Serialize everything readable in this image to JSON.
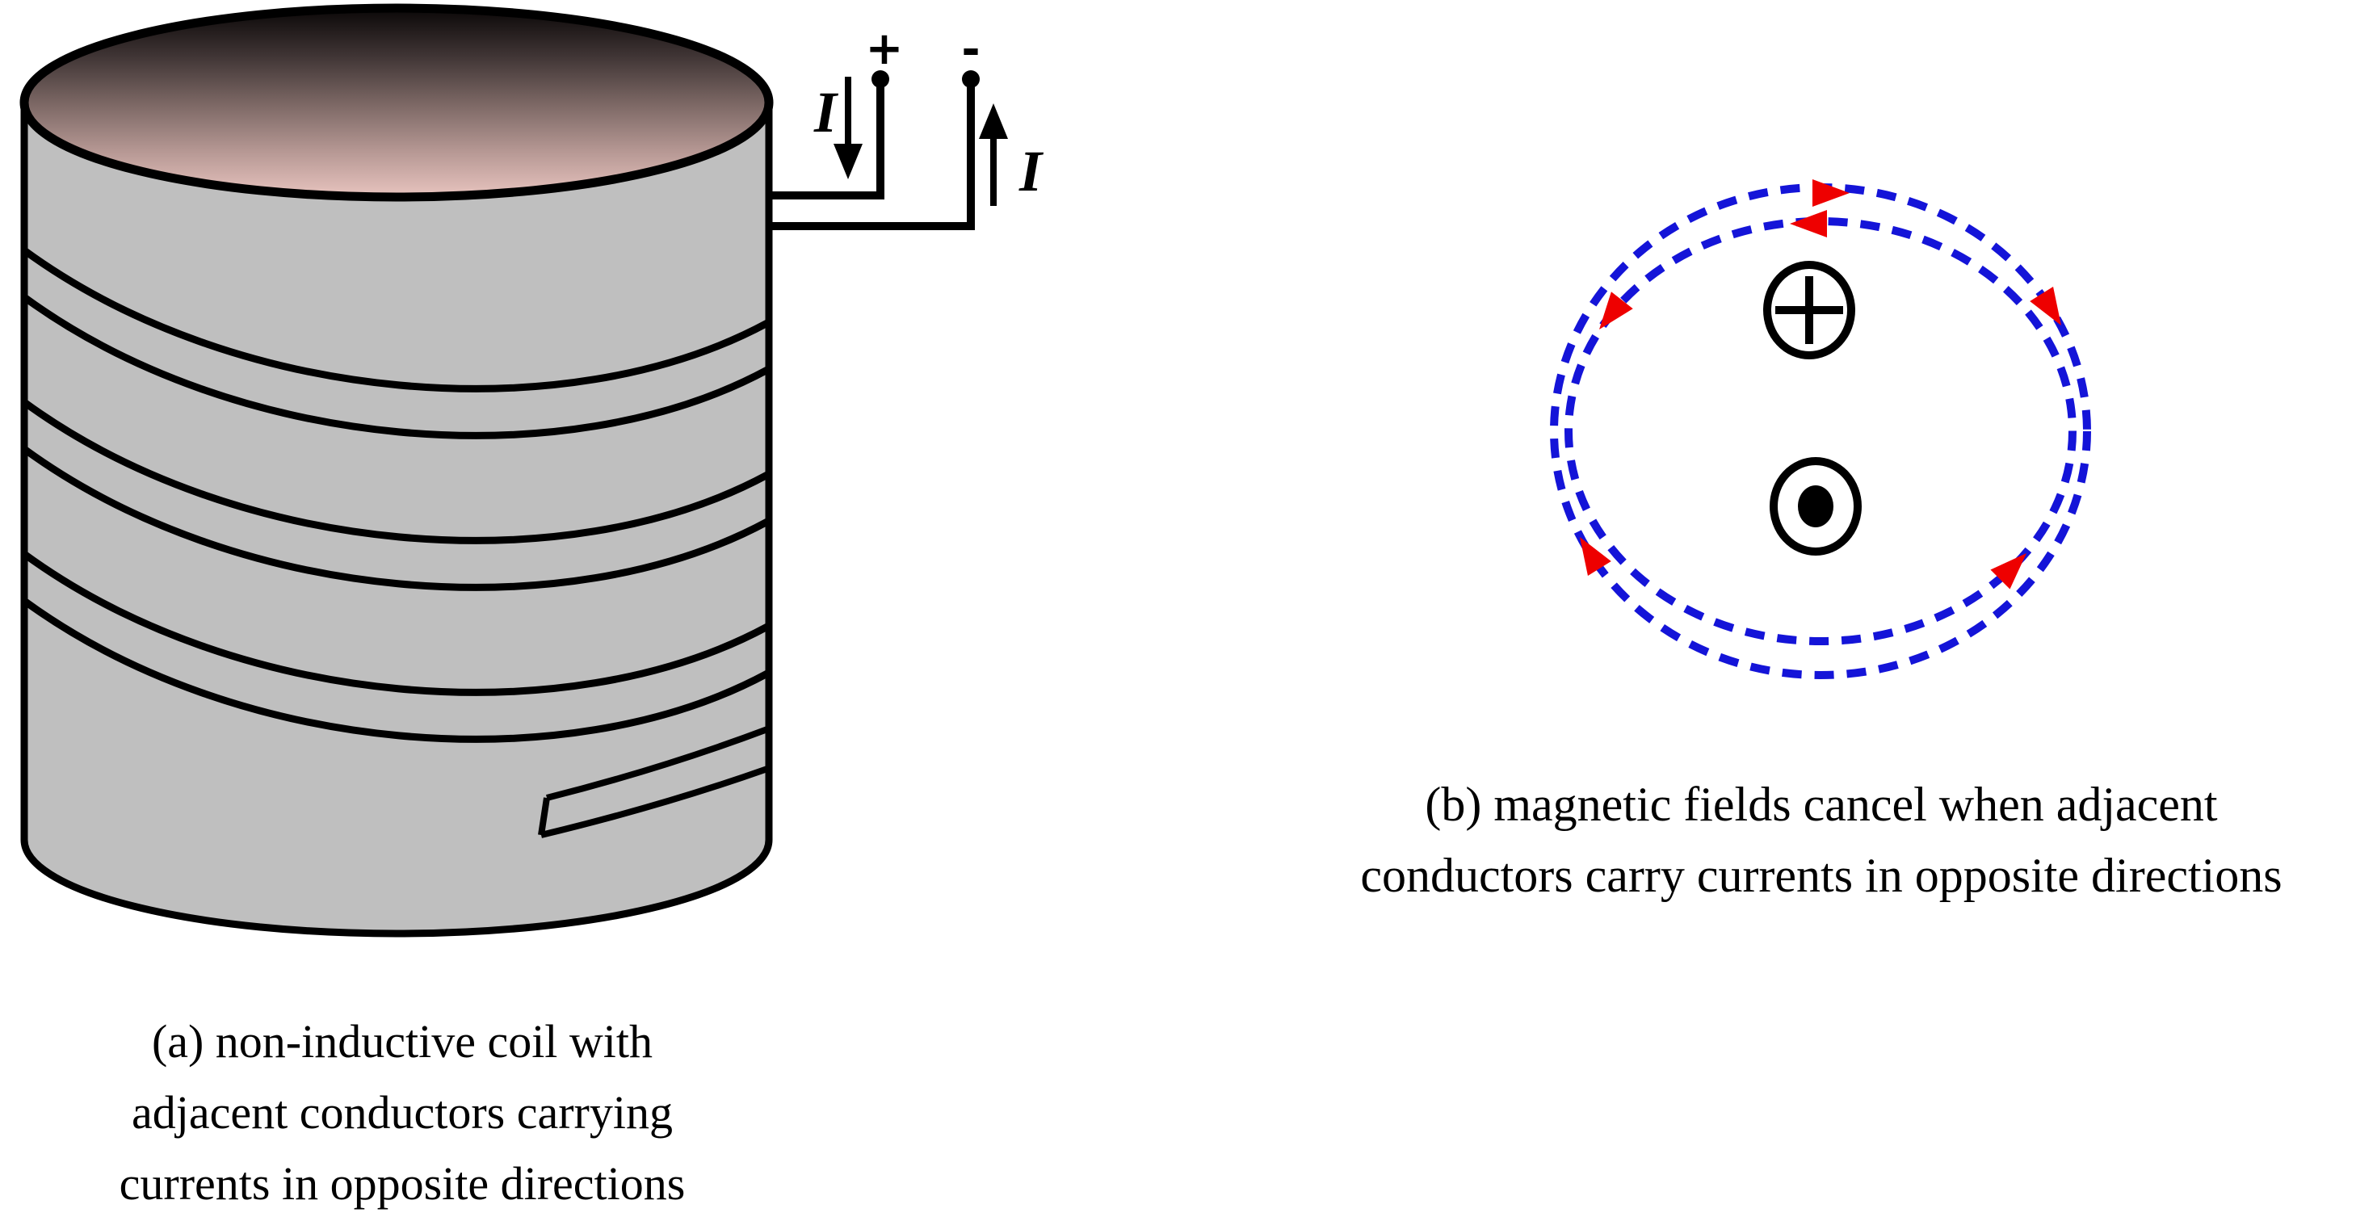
{
  "colors": {
    "background": "#ffffff",
    "body_gray": "#bfbfbf",
    "outline": "#000000",
    "field_blue": "#1414d8",
    "arrow_red": "#ee0000",
    "text_black": "#000000",
    "top_gradient_top": "#0a0707",
    "top_gradient_mid": "#7a6663",
    "top_gradient_bottom": "#e8c4bf"
  },
  "panel_a": {
    "caption_lines": [
      "(a) non-inductive coil with",
      "adjacent conductors carrying",
      "currents in opposite directions"
    ],
    "terminals": {
      "positive_label": "+",
      "negative_label": "-"
    },
    "current_labels": {
      "left": "I",
      "right": "I"
    }
  },
  "panel_b": {
    "caption_lines": [
      "(b) magnetic fields cancel when adjacent",
      "conductors carry currents in opposite directions"
    ]
  }
}
